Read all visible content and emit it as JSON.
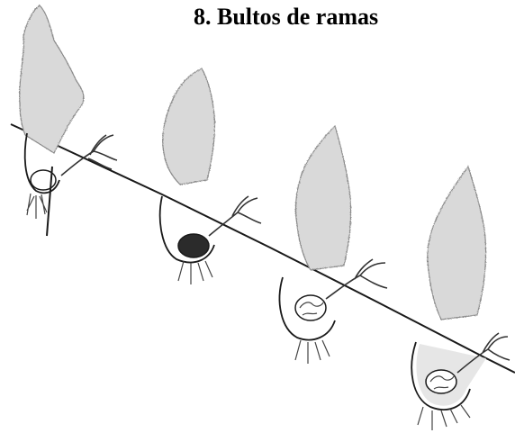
{
  "title": "8. Bultos de ramas",
  "colors": {
    "background": "#ffffff",
    "line": "#1a1a1a",
    "foliage": "#d9d9d9",
    "foliage_edge": "#8a8a8a",
    "bundle": "#2b2b2b"
  },
  "illustration": {
    "subject": "four plants along a slope, each with a branch bundle in a trench",
    "plant_count": 4
  }
}
